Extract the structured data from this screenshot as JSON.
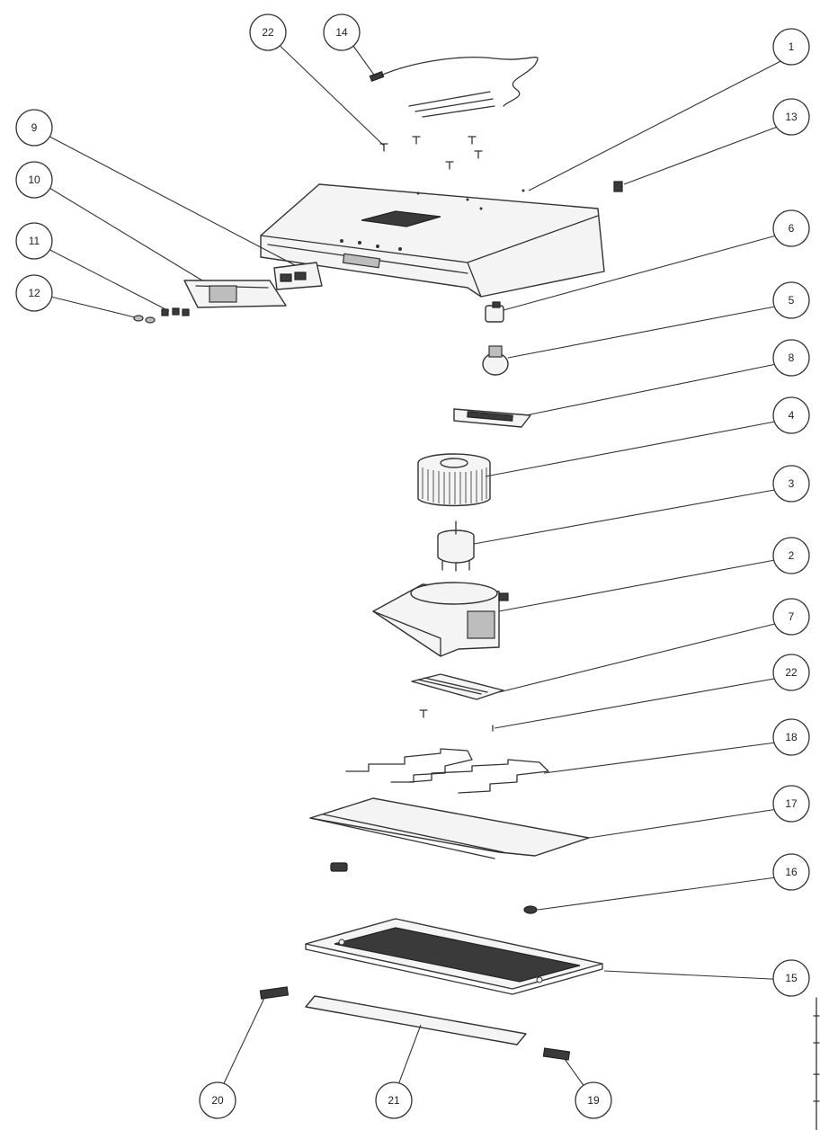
{
  "callouts": [
    {
      "id": "c1",
      "label": "1"
    },
    {
      "id": "c2",
      "label": "2"
    },
    {
      "id": "c3",
      "label": "3"
    },
    {
      "id": "c4",
      "label": "4"
    },
    {
      "id": "c5",
      "label": "5"
    },
    {
      "id": "c6",
      "label": "6"
    },
    {
      "id": "c7",
      "label": "7"
    },
    {
      "id": "c8",
      "label": "8"
    },
    {
      "id": "c9",
      "label": "9"
    },
    {
      "id": "c10",
      "label": "10"
    },
    {
      "id": "c11",
      "label": "11"
    },
    {
      "id": "c12",
      "label": "12"
    },
    {
      "id": "c13",
      "label": "13"
    },
    {
      "id": "c14",
      "label": "14"
    },
    {
      "id": "c15",
      "label": "15"
    },
    {
      "id": "c16",
      "label": "16"
    },
    {
      "id": "c17",
      "label": "17"
    },
    {
      "id": "c18",
      "label": "18"
    },
    {
      "id": "c19",
      "label": "19"
    },
    {
      "id": "c20",
      "label": "20"
    },
    {
      "id": "c21",
      "label": "21"
    },
    {
      "id": "c22a",
      "label": "22"
    },
    {
      "id": "c22b",
      "label": "22"
    }
  ]
}
